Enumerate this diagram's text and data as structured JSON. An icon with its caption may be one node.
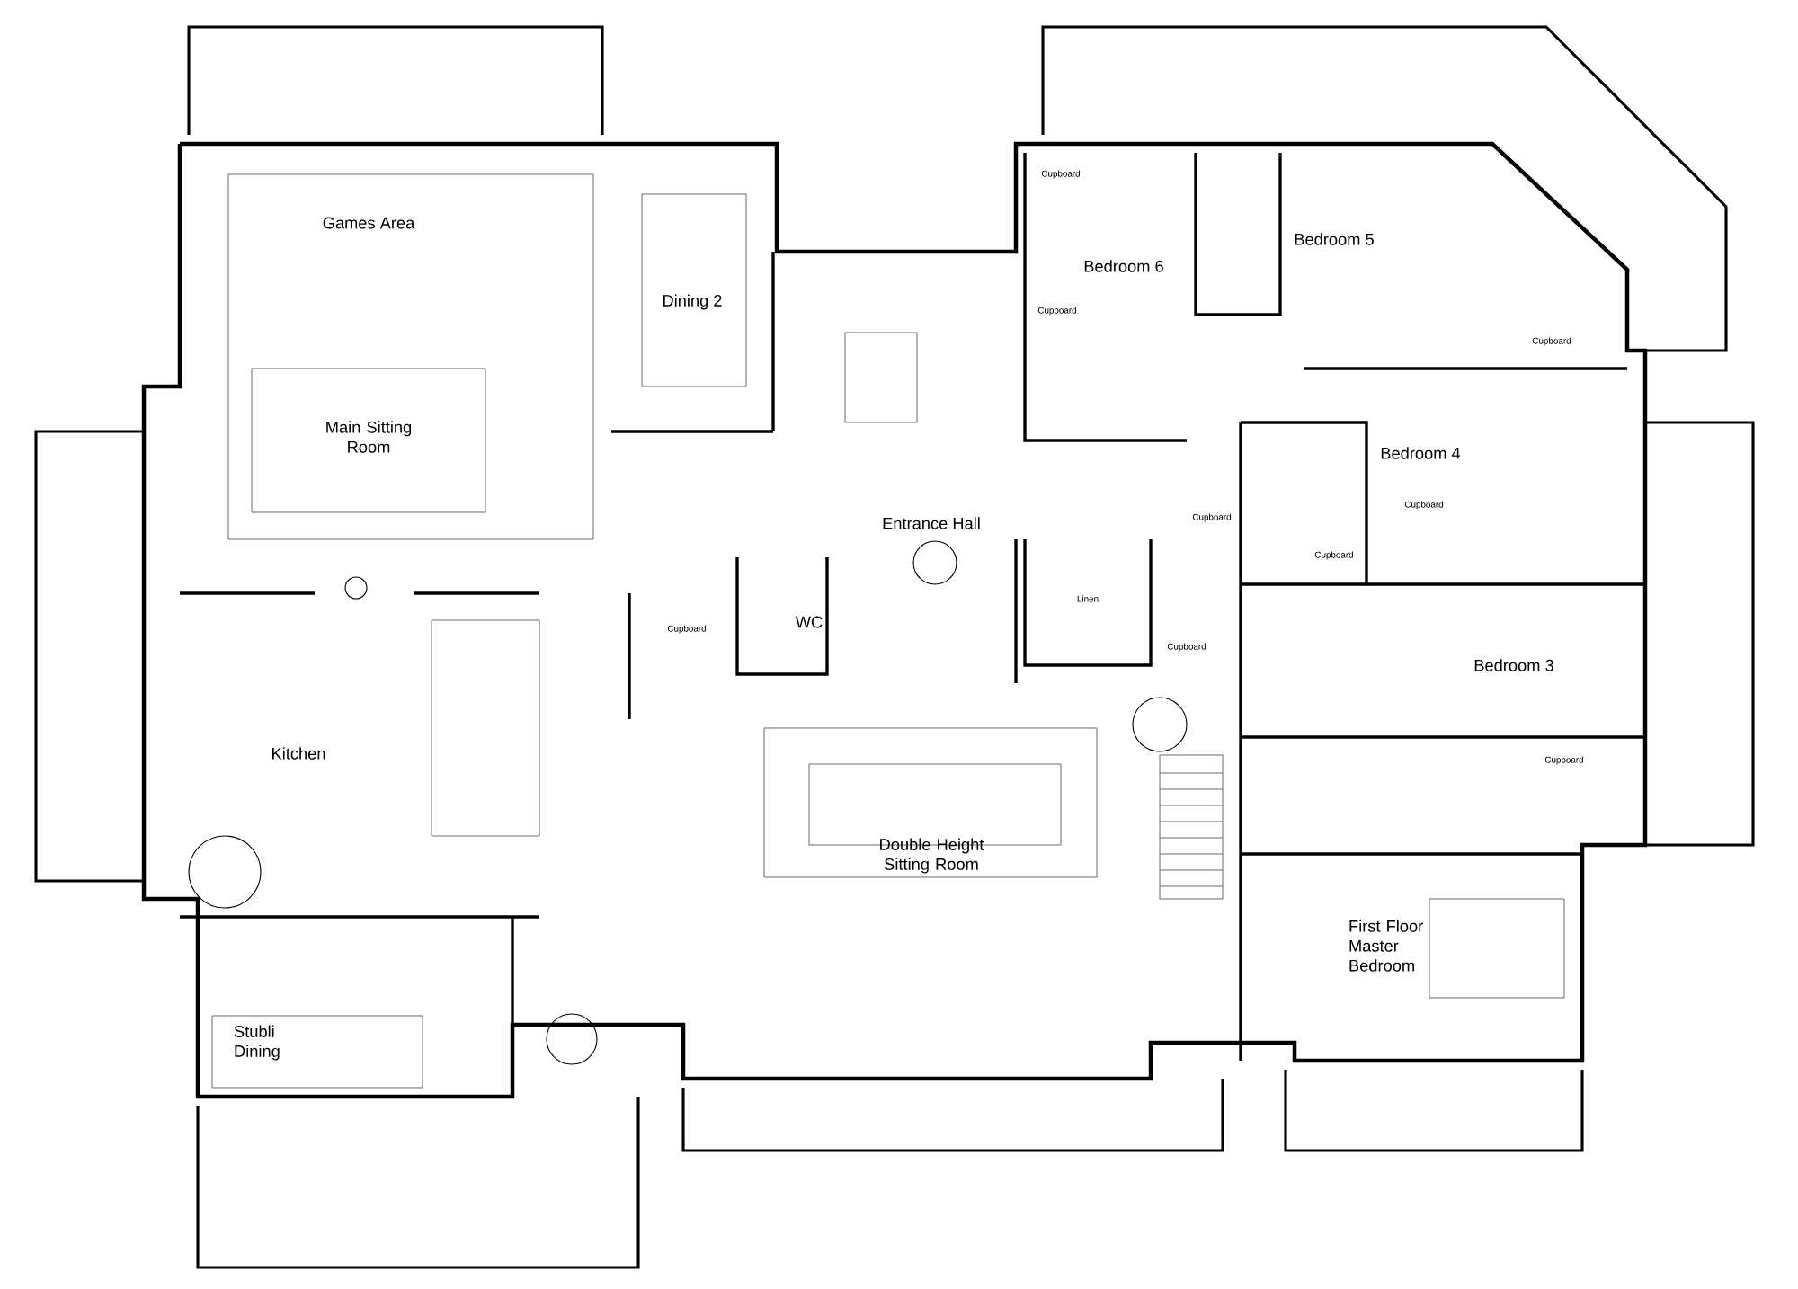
{
  "diagram": {
    "labels": [
      "Cupboard",
      "Games Area",
      "Bedroom 5",
      "Bedroom 6",
      "Dining 2",
      "Cupboard",
      "Cupboard",
      "Main Sitting Room",
      "Bedroom 4",
      "Cupboard",
      "Cupboard",
      "Entrance Hall",
      "Cupboard",
      "Linen",
      "WC",
      "Cupboard",
      "Cupboard",
      "Bedroom 3",
      "Kitchen",
      "Cupboard",
      "Double Height Sitting Room",
      "First Floor Master Bedroom",
      "Stubli Dining"
    ]
  }
}
